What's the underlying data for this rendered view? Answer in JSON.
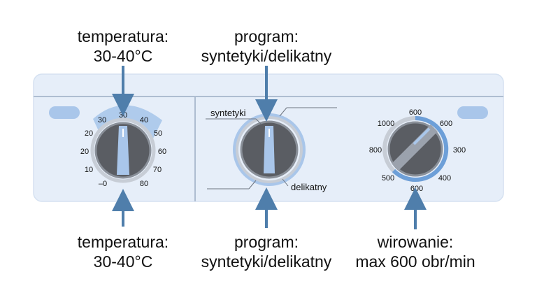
{
  "colors": {
    "panel": "#e6eef9",
    "panel_border": "#c9d7ec",
    "knob": "#5a5d63",
    "highlight": "#a9c6ea",
    "arrow": "#4f7eab",
    "text": "#111111"
  },
  "captions": {
    "top_left": {
      "line1": "temperatura:",
      "line2": "30-40°C"
    },
    "top_center": {
      "line1": "program:",
      "line2": "syntetyki/delikatny"
    },
    "bottom_left": {
      "line1": "temperatura:",
      "line2": "30-40°C"
    },
    "bottom_center": {
      "line1": "program:",
      "line2": "syntetyki/delikatny"
    },
    "bottom_right": {
      "line1": "wirowanie:",
      "line2": "max 600 obr/min"
    }
  },
  "temperature_dial": {
    "labels": [
      "30",
      "40",
      "50",
      "60",
      "70",
      "80",
      "–0",
      "10",
      "20",
      "20",
      "30"
    ],
    "selected_range": "30-40°C"
  },
  "program_dial": {
    "label_top": "syntetyki",
    "label_bottom": "delikatny"
  },
  "spin_dial": {
    "labels": [
      "600",
      "600",
      "300",
      "400",
      "600",
      "500",
      "800",
      "1000"
    ],
    "selected": "600"
  }
}
